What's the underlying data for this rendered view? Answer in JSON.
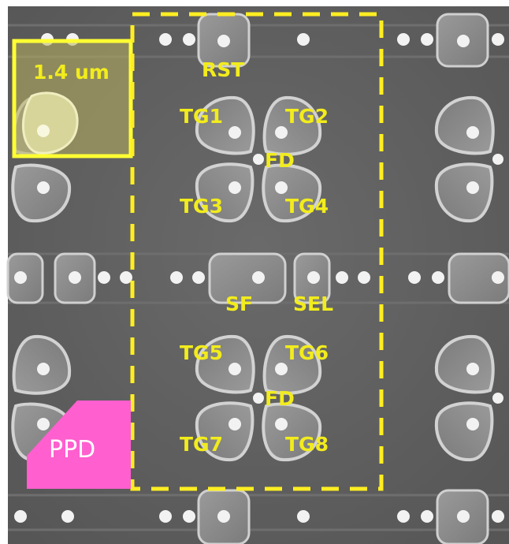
{
  "colors": {
    "substrate": "#5e5e5e",
    "gate_fill": "#8d8d8d",
    "gate_edge": "#d2d2d2",
    "contact": "#f2f2f2",
    "label": "#f2ec1c",
    "dashed_box": "#ffee22",
    "scale_box": "#ffff33",
    "ppd_fill": "#ff5fcf",
    "ppd_text": "#ffffff"
  },
  "labels": {
    "scale": "1.4 um",
    "rst": "RST",
    "tg1": "TG1",
    "tg2": "TG2",
    "fd_top": "FD",
    "tg3": "TG3",
    "tg4": "TG4",
    "sf": "SF",
    "sel": "SEL",
    "tg5": "TG5",
    "tg6": "TG6",
    "fd_bottom": "FD",
    "tg7": "TG7",
    "tg8": "TG8",
    "ppd": "PPD"
  }
}
